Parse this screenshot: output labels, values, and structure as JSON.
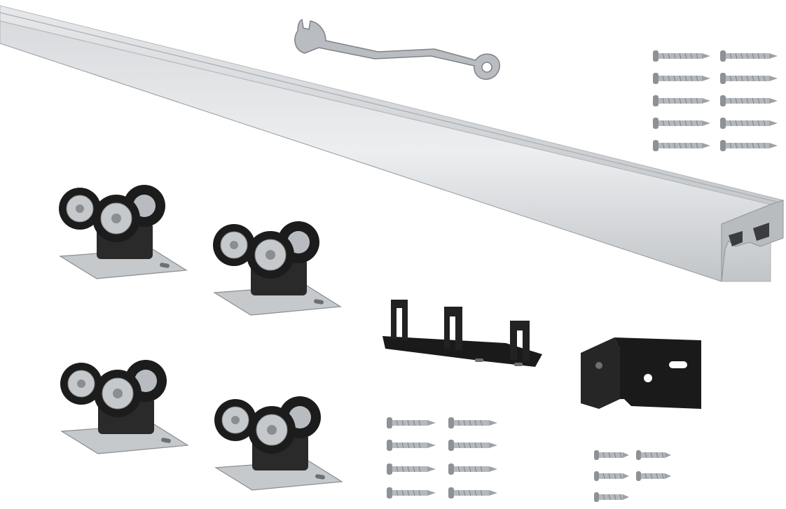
{
  "image": {
    "kind": "product-photo",
    "background_color": "#ffffff"
  },
  "parts": {
    "track": {
      "icon": "aluminum-rail-icon",
      "color": "#c9ccd0"
    },
    "wrench": {
      "icon": "wrench-icon",
      "color": "#b9bdc1"
    },
    "roller_carriages": {
      "icon": "roller-wheel-icon",
      "count": 4,
      "wheel_color": "#1c1c1c",
      "plate_color": "#c5c9cc"
    },
    "floor_guide": {
      "icon": "floor-guide-icon",
      "color": "#1a1a1a"
    },
    "wall_bracket": {
      "icon": "bracket-icon",
      "color": "#1a1a1a"
    },
    "screws_top_right": {
      "icon": "screw-icon",
      "count": 10
    },
    "screws_bottom_middle": {
      "icon": "screw-icon",
      "count": 8
    },
    "screws_bottom_right": {
      "icon": "screw-icon",
      "count": 5
    }
  }
}
